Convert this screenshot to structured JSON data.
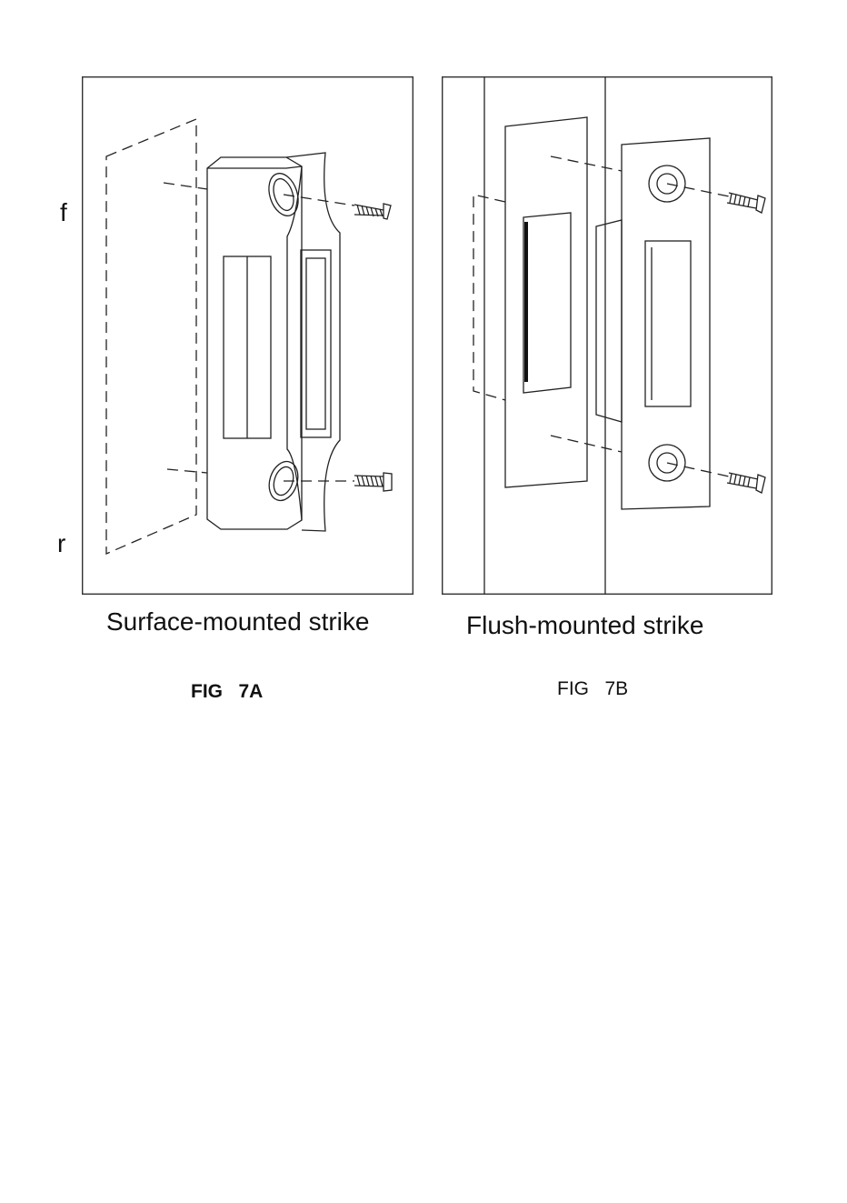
{
  "figure_a": {
    "caption": "Surface-mounted strike",
    "label": "FIG   7A",
    "side_label_top": "f",
    "side_label_bottom": "r"
  },
  "figure_b": {
    "caption": "Flush-mounted strike",
    "label": "FIG   7B"
  },
  "colors": {
    "line": "#222222",
    "background": "#ffffff"
  }
}
